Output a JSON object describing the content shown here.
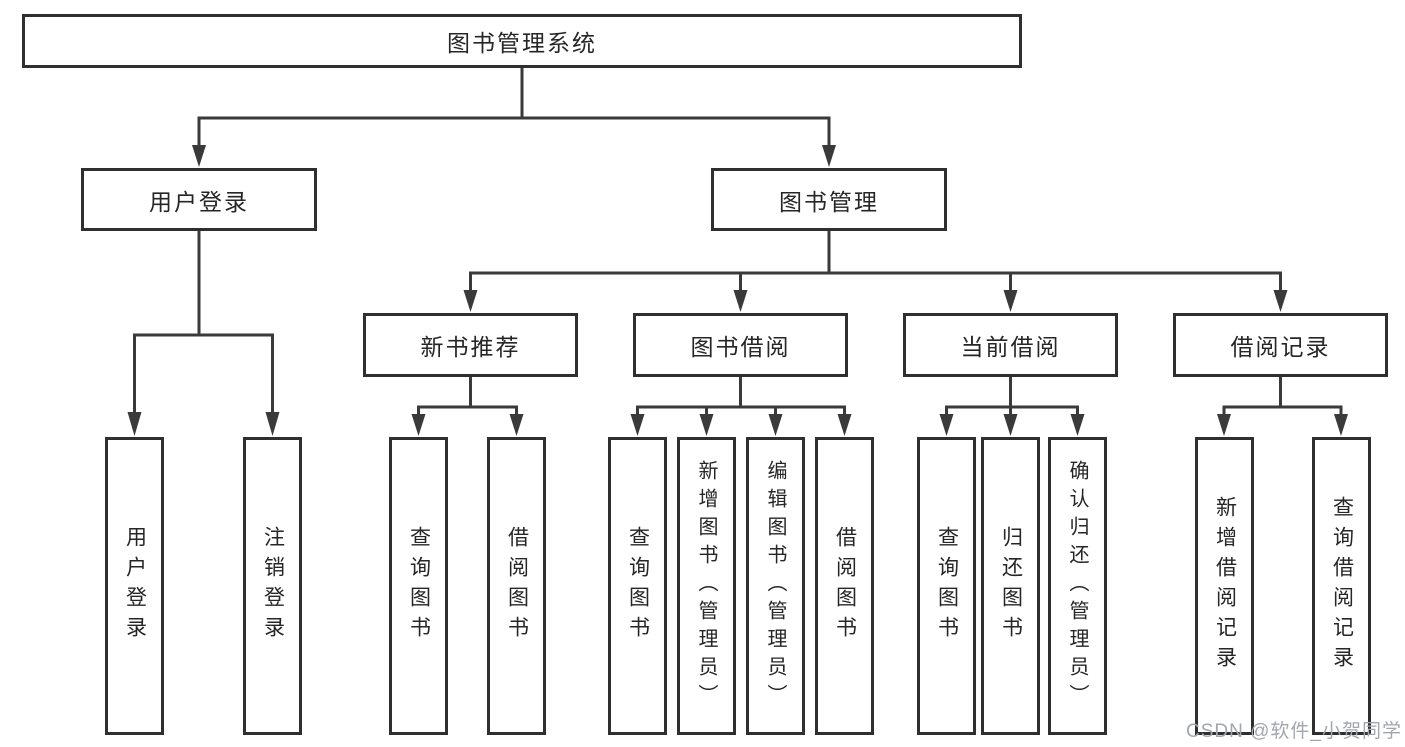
{
  "theme": {
    "background": "#ffffff",
    "line_color": "#3a3a3a",
    "box_border_color": "#2f2f2f",
    "box_fill": "#ffffff",
    "text_color": "#262626",
    "watermark_color": "#a2a6ae"
  },
  "diagram": {
    "type": "tree",
    "root": {
      "label": "图书管理系统"
    },
    "branches": [
      {
        "label": "用户登录",
        "children": [
          "用户登录",
          "注销登录"
        ]
      },
      {
        "label": "图书管理",
        "children": [
          {
            "label": "新书推荐",
            "children": [
              "查询图书",
              "借阅图书"
            ]
          },
          {
            "label": "图书借阅",
            "children": [
              "查询图书",
              "新增图书（管理员）",
              "编辑图书（管理员）",
              "借阅图书"
            ]
          },
          {
            "label": "当前借阅",
            "children": [
              "查询图书",
              "归还图书",
              "确认归还（管理员）"
            ]
          },
          {
            "label": "借阅记录",
            "children": [
              "新增借阅记录",
              "查询借阅记录"
            ]
          }
        ]
      }
    ]
  },
  "watermark": {
    "text": "CSDN @软件_小贺同学"
  }
}
